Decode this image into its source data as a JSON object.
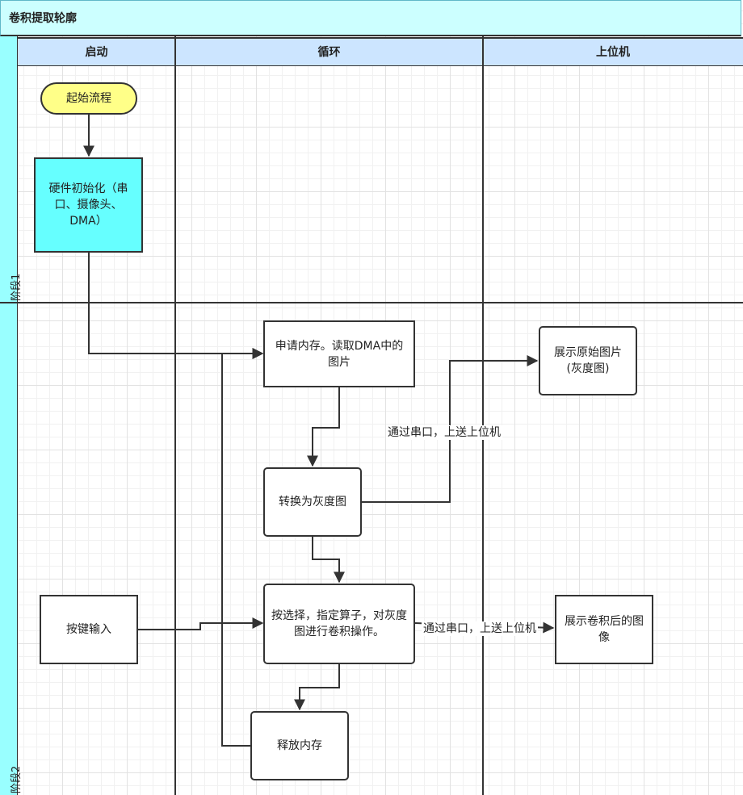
{
  "diagram": {
    "title": "卷积提取轮廓",
    "lanes": [
      "启动",
      "循环",
      "上位机"
    ],
    "phases": [
      "阶段1",
      "阶段2"
    ],
    "nodes": {
      "start": "起始流程",
      "hw_init": "硬件初始化（串口、摄像头、DMA）",
      "alloc": "申请内存。读取DMA中的图片",
      "gray": "转换为灰度图",
      "show_gray": "展示原始图片(灰度图)",
      "key": "按键输入",
      "conv": "按选择，指定算子，对灰度图进行卷积操作。",
      "show_conv": "展示卷积后的图像",
      "free": "释放内存"
    },
    "edge_labels": {
      "send_gray": "通过串口，上送上位机",
      "send_conv": "通过串口，上送上位机"
    }
  }
}
